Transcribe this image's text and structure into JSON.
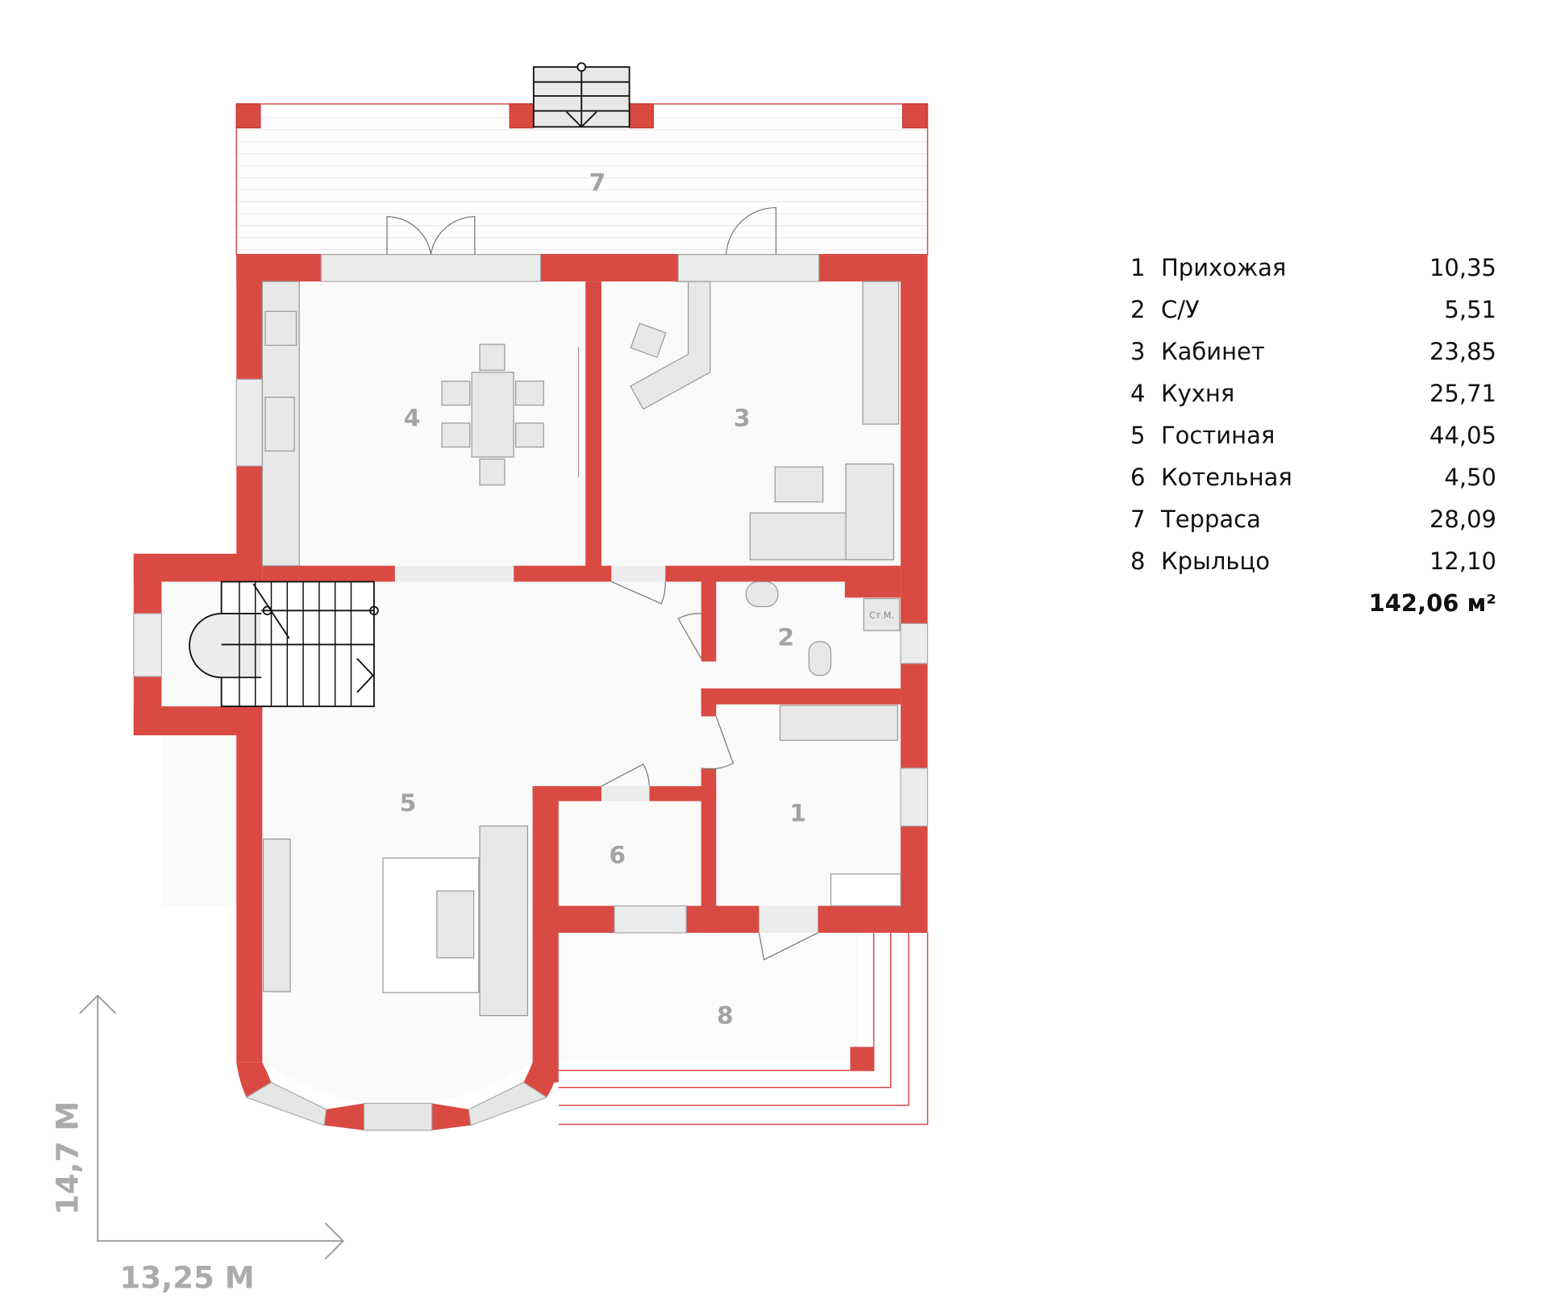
{
  "rooms": [
    {
      "number": "1",
      "name": "Прихожая",
      "area": "10,35"
    },
    {
      "number": "2",
      "name": "С/У",
      "area": "5,51"
    },
    {
      "number": "3",
      "name": "Кабинет",
      "area": "23,85"
    },
    {
      "number": "4",
      "name": "Кухня",
      "area": "25,71"
    },
    {
      "number": "5",
      "name": "Гостиная",
      "area": "44,05"
    },
    {
      "number": "6",
      "name": "Котельная",
      "area": "4,50"
    },
    {
      "number": "7",
      "name": "Терраса",
      "area": "28,09"
    },
    {
      "number": "8",
      "name": "Крыльцо",
      "area": "12,10"
    }
  ],
  "total_area": "142,06 м²",
  "dimensions": {
    "height": "14,7 М",
    "width": "13,25 М"
  },
  "plan_labels": {
    "wc_appliance": "Ст.М."
  },
  "colors": {
    "wall": "#d94a43",
    "furniture": "#e8e8e8",
    "label": "#a3a3a3"
  }
}
